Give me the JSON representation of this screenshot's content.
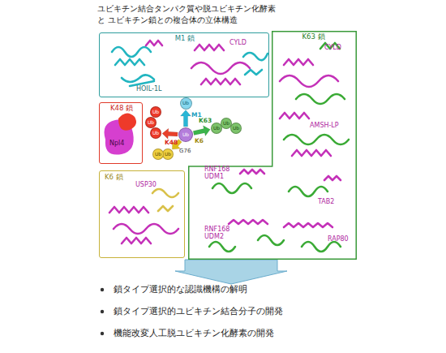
{
  "diagram": {
    "title": "ユビキチン結合タンパク質や脱ユビキチン化酵素と ユビキチン鎖との複合体の立体構造",
    "nodes": [
      {
        "text": [
          "M1 鎖",
          "HOIL-1L",
          "CYLD"
        ]
      },
      {
        "text": [
          "K63 鎖",
          "CYLD",
          "AMSH-LP",
          "RNF168 UDM1",
          "TAB2",
          "RNF168 UDM2",
          "RAP80"
        ]
      },
      {
        "text": [
          "K48 鎖",
          "Npl4"
        ]
      },
      {
        "text": [
          "K6 鎖",
          "USP30"
        ]
      },
      {
        "text": [
          "Ub"
        ]
      },
      {
        "text": [
          "Ub"
        ]
      },
      {
        "text": [
          "Ub"
        ]
      },
      {
        "text": [
          "Ub"
        ]
      },
      {
        "text": [
          "Ub"
        ]
      },
      {
        "text": [
          "Ub"
        ]
      },
      {
        "text": [
          "Ub"
        ]
      },
      {
        "text": [
          "Ub"
        ]
      },
      {
        "text": [
          "Ub"
        ]
      },
      {
        "text": [
          "Ub"
        ]
      }
    ],
    "edges": [
      {
        "from": 8,
        "to": 4,
        "arrow": "to",
        "label": "M1"
      },
      {
        "from": 8,
        "to": 9,
        "arrow": "to",
        "label": "K63"
      },
      {
        "from": 8,
        "to": 7,
        "arrow": "to",
        "label": "K48"
      },
      {
        "from": 8,
        "to": 12,
        "arrow": "to",
        "label": "K6"
      }
    ],
    "labels": [
      "G76",
      "鎖タイプ選択的な認識機構の解明",
      "鎖タイプ選択的ユビキチン結合分子の開発",
      "機能改変人工脱ユビキチン化酵素の開発"
    ]
  }
}
